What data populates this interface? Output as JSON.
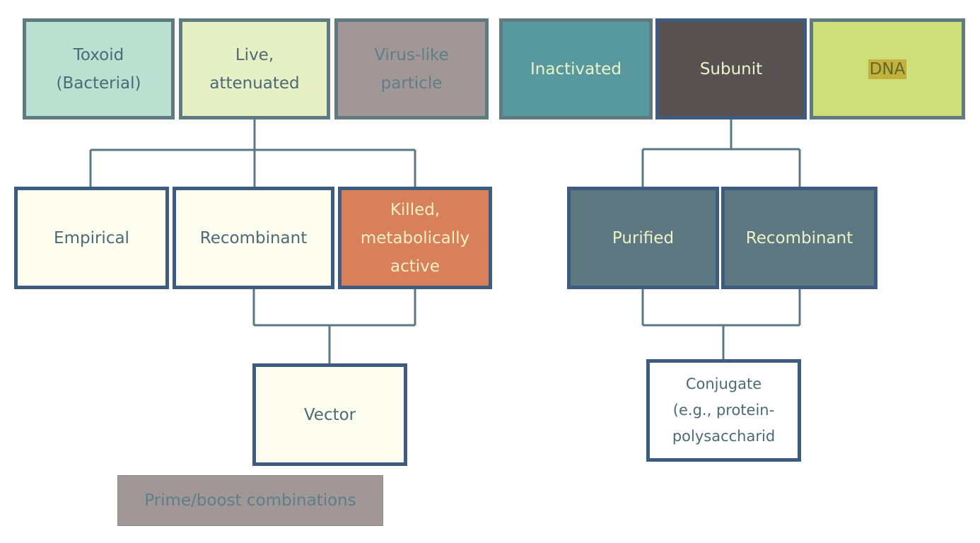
{
  "top_row": {
    "toxoid": "Toxoid\n(Bacterial)",
    "live_attenuated": "Live,\nattenuated",
    "virus_like_particle": "Virus-like\nparticle",
    "inactivated": "Inactivated",
    "subunit": "Subunit",
    "dna": "DNA"
  },
  "live_branch": {
    "empirical": "Empirical",
    "recombinant": "Recombinant",
    "killed": "Killed,\nmetabolically\nactive",
    "vector": "Vector",
    "prime_boost": "Prime/boost combinations"
  },
  "subunit_branch": {
    "purified": "Purified",
    "recombinant": "Recombinant",
    "conjugate": "Conjugate\n(e.g., protein-\npolysaccharid"
  },
  "colors": {
    "connector": "#5a7882",
    "box_border": "#3e5b80",
    "toxoid_fill": "#b9e0d0",
    "live_fill": "#e6f0c4",
    "vlp_fill": "#a19796",
    "inactivated_fill": "#58999f",
    "subunit_fill": "#575152",
    "dna_fill": "#cede78",
    "killed_fill": "#d8805a",
    "subunit_child_fill": "#5d7881"
  }
}
